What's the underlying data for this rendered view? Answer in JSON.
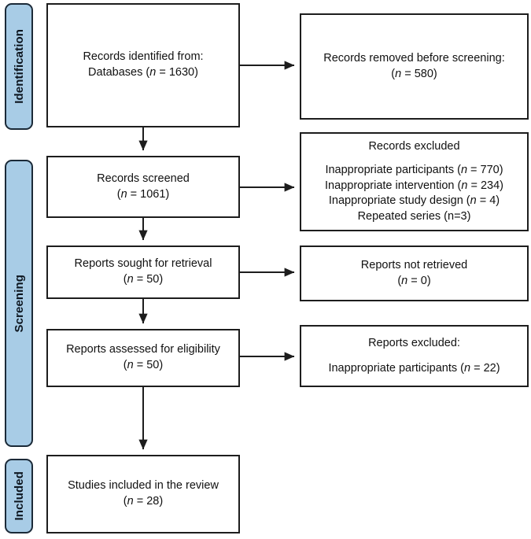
{
  "diagram": {
    "title": "PRISMA 2020 flow diagram",
    "colors": {
      "pill_fill": "#a8cce6",
      "pill_border": "#1b2a38",
      "box_border": "#1d1d1d",
      "text": "#111111",
      "background": "#ffffff"
    }
  },
  "stages": [
    {
      "id": "identification",
      "label": "Identification"
    },
    {
      "id": "screening",
      "label": "Screening"
    },
    {
      "id": "included",
      "label": "Included"
    }
  ],
  "boxes": {
    "records_identified": {
      "line1": "Records identified from:",
      "line2_prefix": "Databases (",
      "line2_italic": "n",
      "line2_suffix": " = 1630)"
    },
    "records_removed": {
      "line1": "Records removed before screening:",
      "line2_prefix": "(",
      "line2_italic": "n",
      "line2_suffix": " = 580)"
    },
    "records_screened": {
      "line1": "Records screened",
      "line2_prefix": "(",
      "line2_italic": "n",
      "line2_suffix": " = 1061)"
    },
    "records_excluded": {
      "heading": "Records excluded",
      "reasons": [
        {
          "prefix": "Inappropriate participants (",
          "italic": "n",
          "suffix": " = 770)"
        },
        {
          "prefix": "Inappropriate intervention (",
          "italic": "n",
          "suffix": " = 234)"
        },
        {
          "prefix": "Inappropriate study design (",
          "italic": "n",
          "suffix": " = 4)"
        },
        {
          "prefix": "Repeated series (n=3)",
          "italic": "",
          "suffix": ""
        }
      ]
    },
    "reports_sought": {
      "line1": "Reports sought for retrieval",
      "line2_prefix": "(",
      "line2_italic": "n",
      "line2_suffix": " = 50)"
    },
    "reports_not_retrieved": {
      "line1": "Reports not retrieved",
      "line2_prefix": "(",
      "line2_italic": "n",
      "line2_suffix": " = 0)"
    },
    "reports_assessed": {
      "line1": "Reports assessed for eligibility",
      "line2_prefix": "(",
      "line2_italic": "n",
      "line2_suffix": " = 50)"
    },
    "reports_excluded": {
      "heading": "Reports excluded:",
      "reason_prefix": "Inappropriate participants (",
      "reason_italic": "n",
      "reason_suffix": " = 22)"
    },
    "studies_included": {
      "line1": "Studies included in the review",
      "line2_prefix": "(",
      "line2_italic": "n",
      "line2_suffix": " = 28)"
    }
  }
}
